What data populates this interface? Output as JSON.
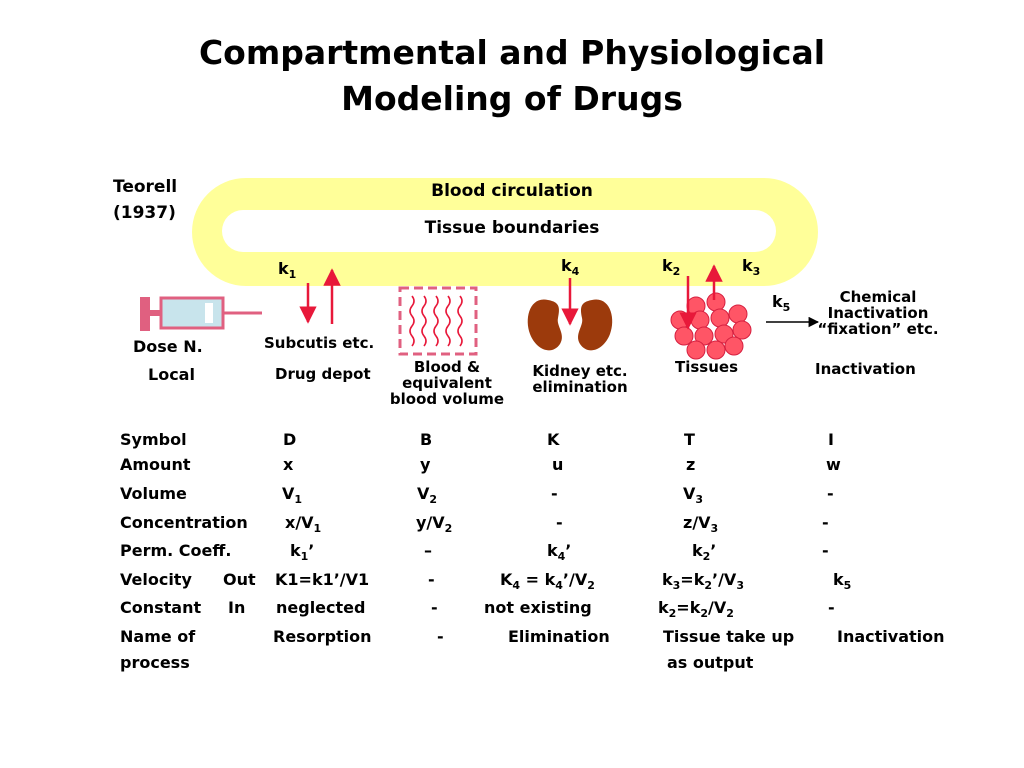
{
  "slide": {
    "title_line1": "Compartmental and Physiological",
    "title_line2": "Modeling of Drugs"
  },
  "diagram": {
    "author_line1": "Teorell",
    "author_line2": "(1937)",
    "blood_circulation": "Blood circulation",
    "tissue_boundaries": "Tissue boundaries",
    "rate_k": "k",
    "k1_sub": "1",
    "k2_sub": "2",
    "k3_sub": "3",
    "k4_sub": "4",
    "k5_sub": "5",
    "dose": "Dose N.",
    "local": "Local",
    "subcutis": "Subcutis etc.",
    "drug_depot": "Drug depot",
    "blood_line1": "Blood &",
    "blood_line2": "equivalent",
    "blood_line3": "blood volume",
    "kidney_line1": "Kidney etc.",
    "kidney_line2": "elimination",
    "tissues": "Tissues",
    "chemical_line1": "Chemical",
    "chemical_line2": "Inactivation",
    "chemical_line3": "“fixation” etc.",
    "inactivation": "Inactivation",
    "colors": {
      "circulation": "#ffff99",
      "arrow": "#e8183a",
      "kidney": "#9c3a0c",
      "tissue_cell": "#ff5566",
      "syringe": "#e06080",
      "syringe_fluid": "#c8e4ec"
    }
  },
  "table": {
    "rows": [
      {
        "c1": "Symbol",
        "c2": "D",
        "c3": "B",
        "c4": "K",
        "c5": "T",
        "c6": "I"
      },
      {
        "c1": "Amount",
        "c2": "x",
        "c3": "y",
        "c4": "u",
        "c5": "z",
        "c6": "w"
      },
      {
        "c1": "Volume",
        "c2": "V",
        "c2s": "1",
        "c3": "V",
        "c3s": "2",
        "c4": "-",
        "c5": "V",
        "c5s": "3",
        "c6": "-"
      },
      {
        "c1": "Concentration",
        "c2": "x/V",
        "c2s": "1",
        "c3": "y/V",
        "c3s": "2",
        "c4": "-",
        "c5": "z/V",
        "c5s": "3",
        "c6": "-"
      },
      {
        "c1": "Perm. Coeff.",
        "c2": "k",
        "c2s": "1",
        "c2t": "’",
        "c3": "–",
        "c4": "k",
        "c4s": "4",
        "c4t": "’",
        "c5": "k",
        "c5s": "2",
        "c5t": "’",
        "c6": "-"
      },
      {
        "c1a": "Velocity",
        "c1b": "Out",
        "c2": "K1=k1’/V1",
        "c3": "-",
        "c4a": "K",
        "c4s1": "4",
        "c4b": " = k",
        "c4s2": "4",
        "c4c": "’/V",
        "c4s3": "2",
        "c5a": "k",
        "c5s1": "3",
        "c5b": "=k",
        "c5s2": "2",
        "c5c": "’/V",
        "c5s3": "3",
        "c6a": "k",
        "c6s": "5"
      },
      {
        "c1a": "Constant",
        "c1b": "In",
        "c2": "neglected",
        "c3": "-",
        "c4": "not existing",
        "c5a": "k",
        "c5s1": "2",
        "c5b": "=k",
        "c5s2": "2",
        "c5c": "/V",
        "c5s3": "2",
        "c6": "-"
      },
      {
        "c1": "Name of",
        "c2": "Resorption",
        "c3": "-",
        "c4": "Elimination",
        "c5": "Tissue take up",
        "c6": "Inactivation"
      },
      {
        "c1": "process",
        "c5": "as output"
      }
    ]
  }
}
